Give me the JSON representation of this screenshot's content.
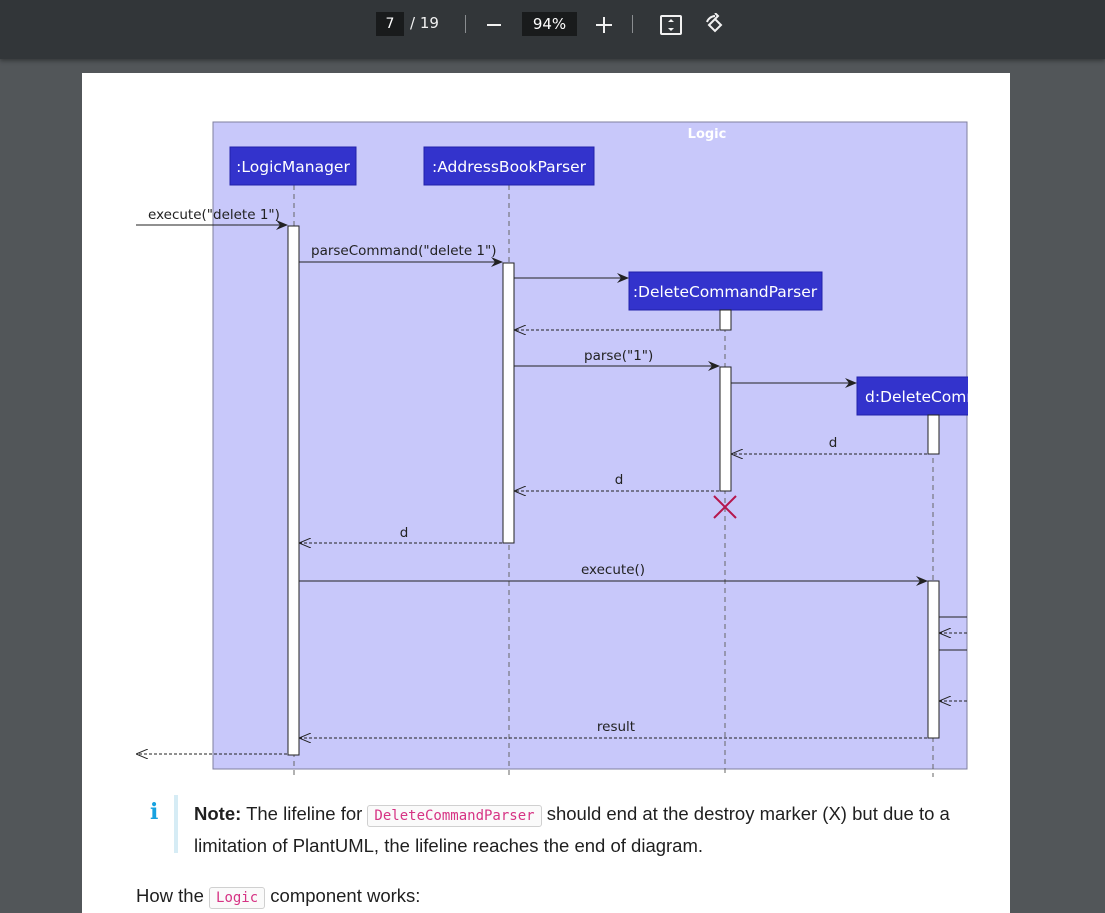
{
  "toolbar": {
    "current_page": "7",
    "total_pages": "/ 19",
    "zoom": "94%",
    "zoom_out_icon": "minus-icon",
    "zoom_in_icon": "plus-icon",
    "fit_icon": "fit-page-icon",
    "rotate_icon": "rotate-icon"
  },
  "diagram": {
    "frame_title": "Logic",
    "participants": [
      ":LogicManager",
      ":AddressBookParser",
      ":DeleteCommandParser",
      "d:DeleteComm"
    ],
    "messages": {
      "execute_delete": "execute(\"delete 1\")",
      "parse_command": "parseCommand(\"delete 1\")",
      "parse_1": "parse(\"1\")",
      "return_d1": "d",
      "return_d2": "d",
      "return_d3": "d",
      "execute": "execute()",
      "result": "result"
    },
    "colors": {
      "frame_bg": "#c8c8fa",
      "participant_bg": "#3333cc",
      "destroy_marker": "#b5174d"
    }
  },
  "note": {
    "icon": "info-icon",
    "icon_text": "i",
    "label": "Note:",
    "text_before": " The lifeline for ",
    "code": "DeleteCommandParser",
    "text_after": " should end at the destroy marker (X) but due to a limitation of PlantUML, the lifeline reaches the end of diagram."
  },
  "next_paragraph": {
    "text_before": "How the ",
    "code": "Logic",
    "text_after": " component works:"
  }
}
